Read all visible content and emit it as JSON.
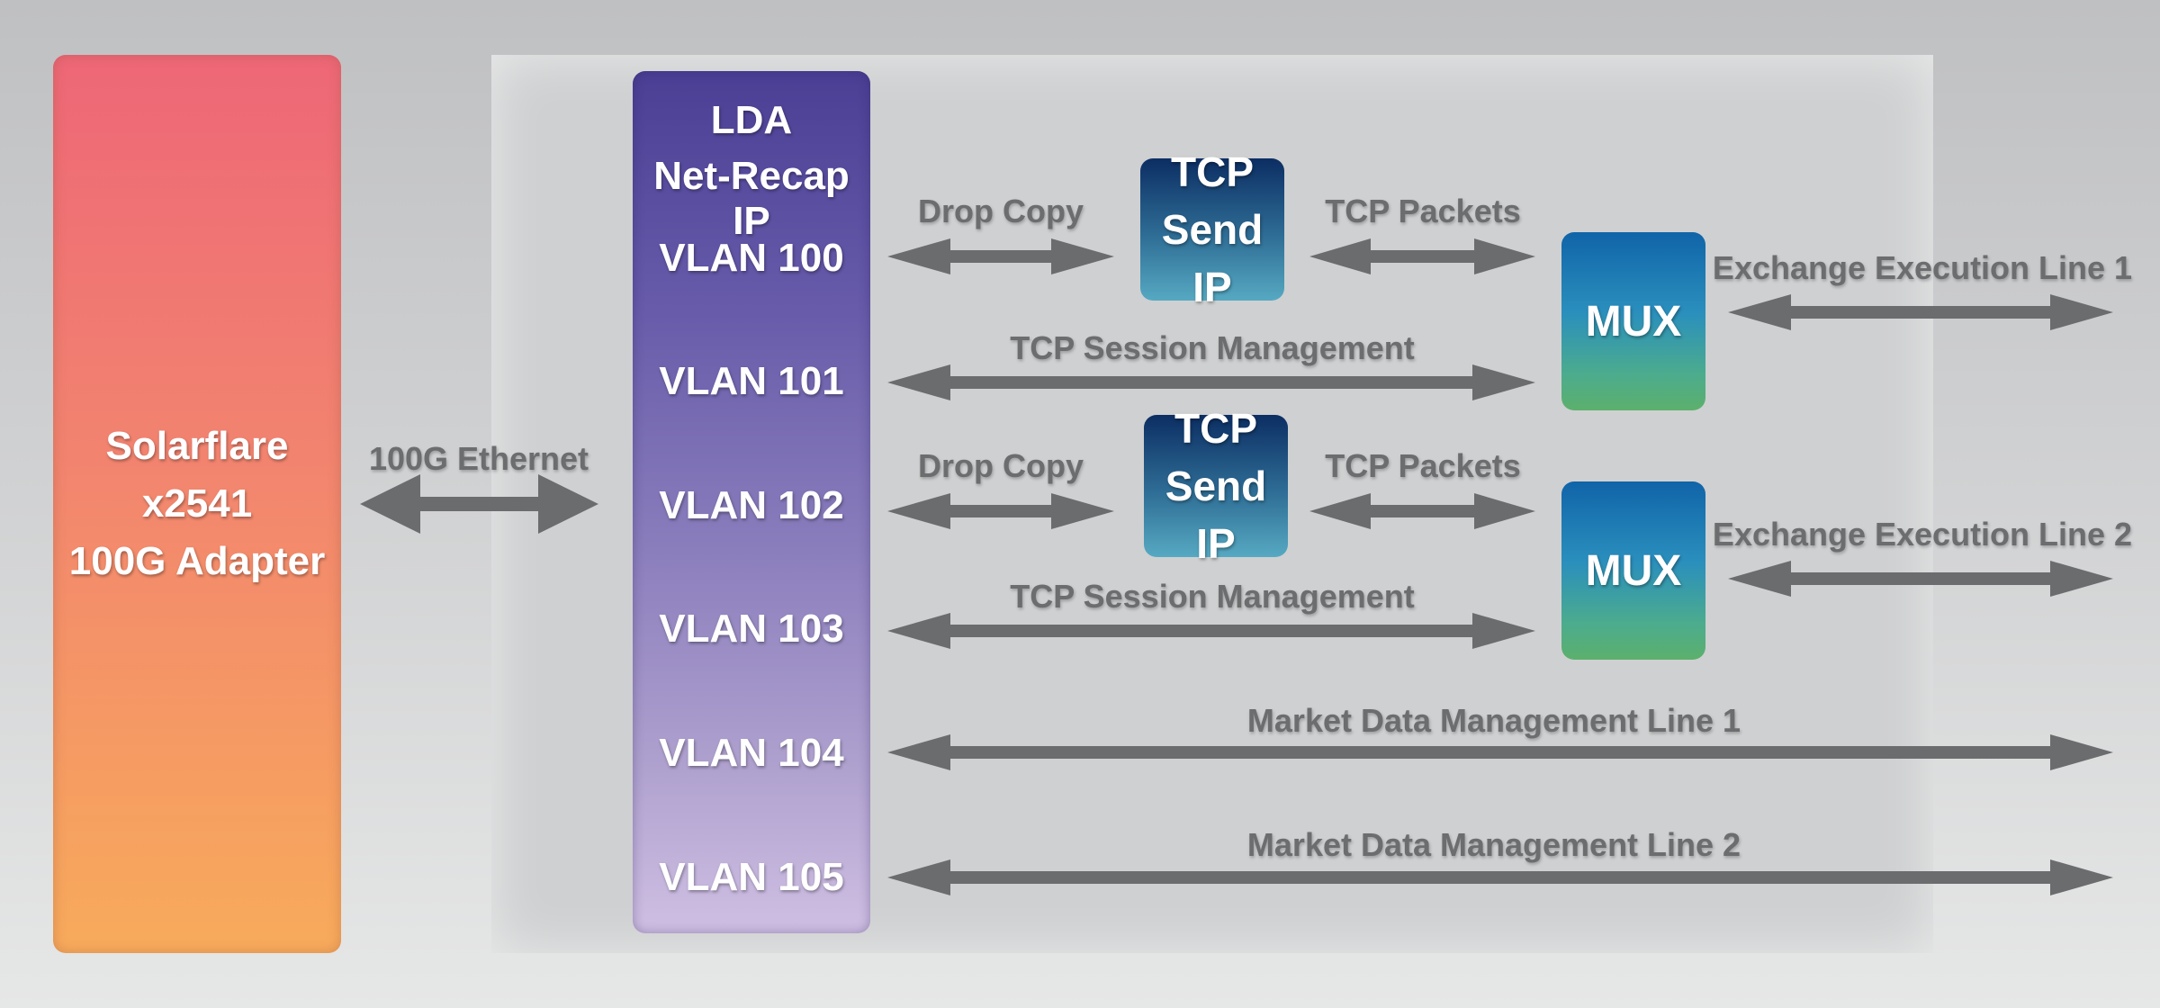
{
  "adapter": {
    "lines": [
      "Solarflare",
      "x2541",
      "100G Adapter"
    ],
    "colors": [
      "#ee6777",
      "#f8ab5b"
    ]
  },
  "link_label": "100G Ethernet",
  "lda": {
    "title_lines": [
      "LDA",
      "Net-Recap IP"
    ],
    "vlans": [
      "VLAN 100",
      "VLAN 101",
      "VLAN 102",
      "VLAN 103",
      "VLAN 104",
      "VLAN 105"
    ],
    "colors": [
      "#4b3f95",
      "#cfbfe3"
    ]
  },
  "tcp_send_blocks": [
    {
      "lines": [
        "TCP",
        "Send IP"
      ]
    },
    {
      "lines": [
        "TCP",
        "Send IP"
      ]
    }
  ],
  "mux_blocks": [
    {
      "label": "MUX"
    },
    {
      "label": "MUX"
    }
  ],
  "connection_labels": {
    "drop_copy_1": "Drop Copy",
    "tcp_packets_1": "TCP Packets",
    "exchange_line_1": "Exchange Execution Line 1",
    "session_mgmt_1": "TCP Session Management",
    "drop_copy_2": "Drop Copy",
    "tcp_packets_2": "TCP Packets",
    "exchange_line_2": "Exchange Execution Line 2",
    "session_mgmt_2": "TCP Session Management",
    "market_data_1": "Market Data Management Line 1",
    "market_data_2": "Market Data Management Line 2"
  },
  "arrow_color": "#6b6c6e"
}
